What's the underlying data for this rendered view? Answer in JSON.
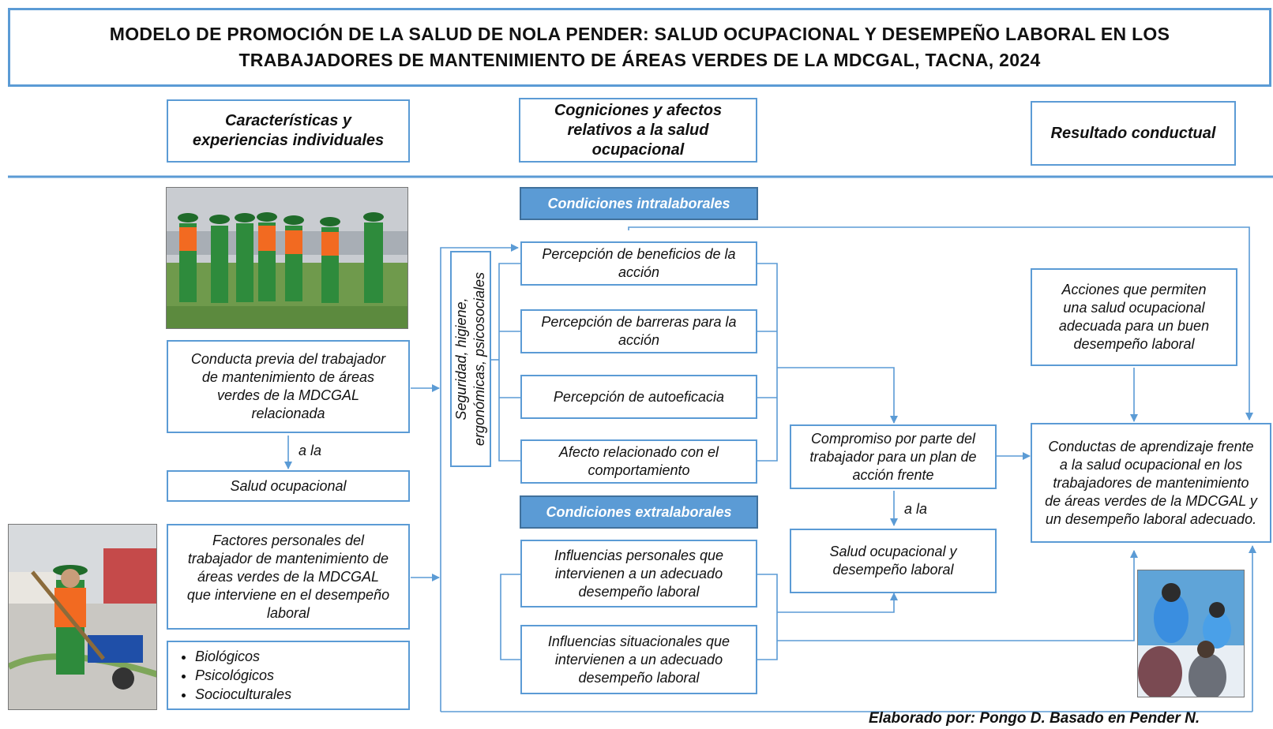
{
  "title": {
    "line1": "MODELO DE PROMOCIÓN DE LA SALUD DE NOLA PENDER: SALUD OCUPACIONAL Y DESEMPEÑO LABORAL EN LOS",
    "line2": "TRABAJADORES DE MANTENIMIENTO DE ÁREAS VERDES DE LA MDCGAL, TACNA, 2024"
  },
  "headers": {
    "col1_line1": "Características y",
    "col1_line2": "experiencias individuales",
    "col2_line1": "Cogniciones y afectos",
    "col2_line2": "relativos a la salud",
    "col2_line3": "ocupacional",
    "col3": "Resultado conductual"
  },
  "left": {
    "prior_l1": "Conducta previa del trabajador",
    "prior_l2": "de mantenimiento de áreas",
    "prior_l3": "verdes de la MDCGAL",
    "prior_l4": "relacionada",
    "a_la": "a la",
    "salud": "Salud ocupacional",
    "factors_l1": "Factores personales del",
    "factors_l2": "trabajador de mantenimiento de",
    "factors_l3": "áreas verdes de la MDCGAL",
    "factors_l4": "que interviene en el desempeño",
    "factors_l5": "laboral",
    "factor_items": [
      "Biológicos",
      "Psicológicos",
      "Socioculturales"
    ]
  },
  "vertical_label": {
    "line1": "Seguridad, higiene,",
    "line2": "ergonómicas, psicosociales"
  },
  "middle": {
    "intra_header": "Condiciones intralaborales",
    "benefits_l1": "Percepción de beneficios de la",
    "benefits_l2": "acción",
    "barriers_l1": "Percepción de barreras para la",
    "barriers_l2": "acción",
    "selfefficacy": "Percepción de autoeficacia",
    "affect_l1": "Afecto relacionado con el",
    "affect_l2": "comportamiento",
    "extra_header": "Condiciones extralaborales",
    "personal_l1": "Influencias personales que",
    "personal_l2": "intervienen a un adecuado",
    "personal_l3": "desempeño laboral",
    "situational_l1": "Influencias situacionales que",
    "situational_l2": "intervienen a un adecuado",
    "situational_l3": "desempeño laboral"
  },
  "commitment": {
    "l1": "Compromiso por parte del",
    "l2": "trabajador para un plan de",
    "l3": "acción frente",
    "a_la": "a la",
    "outcome_l1": "Salud ocupacional y",
    "outcome_l2": "desempeño laboral"
  },
  "right": {
    "actions_l1": "Acciones que permiten",
    "actions_l2": "una salud ocupacional",
    "actions_l3": "adecuada para un buen",
    "actions_l4": "desempeño laboral",
    "conducts_l1": "Conductas de aprendizaje frente",
    "conducts_l2": "a la salud ocupacional en los",
    "conducts_l3": "trabajadores de mantenimiento",
    "conducts_l4": "de áreas verdes de la MDCGAL y",
    "conducts_l5": "un desempeño laboral adecuado."
  },
  "credit": "Elaborado por: Pongo D. Basado en  Pender N."
}
